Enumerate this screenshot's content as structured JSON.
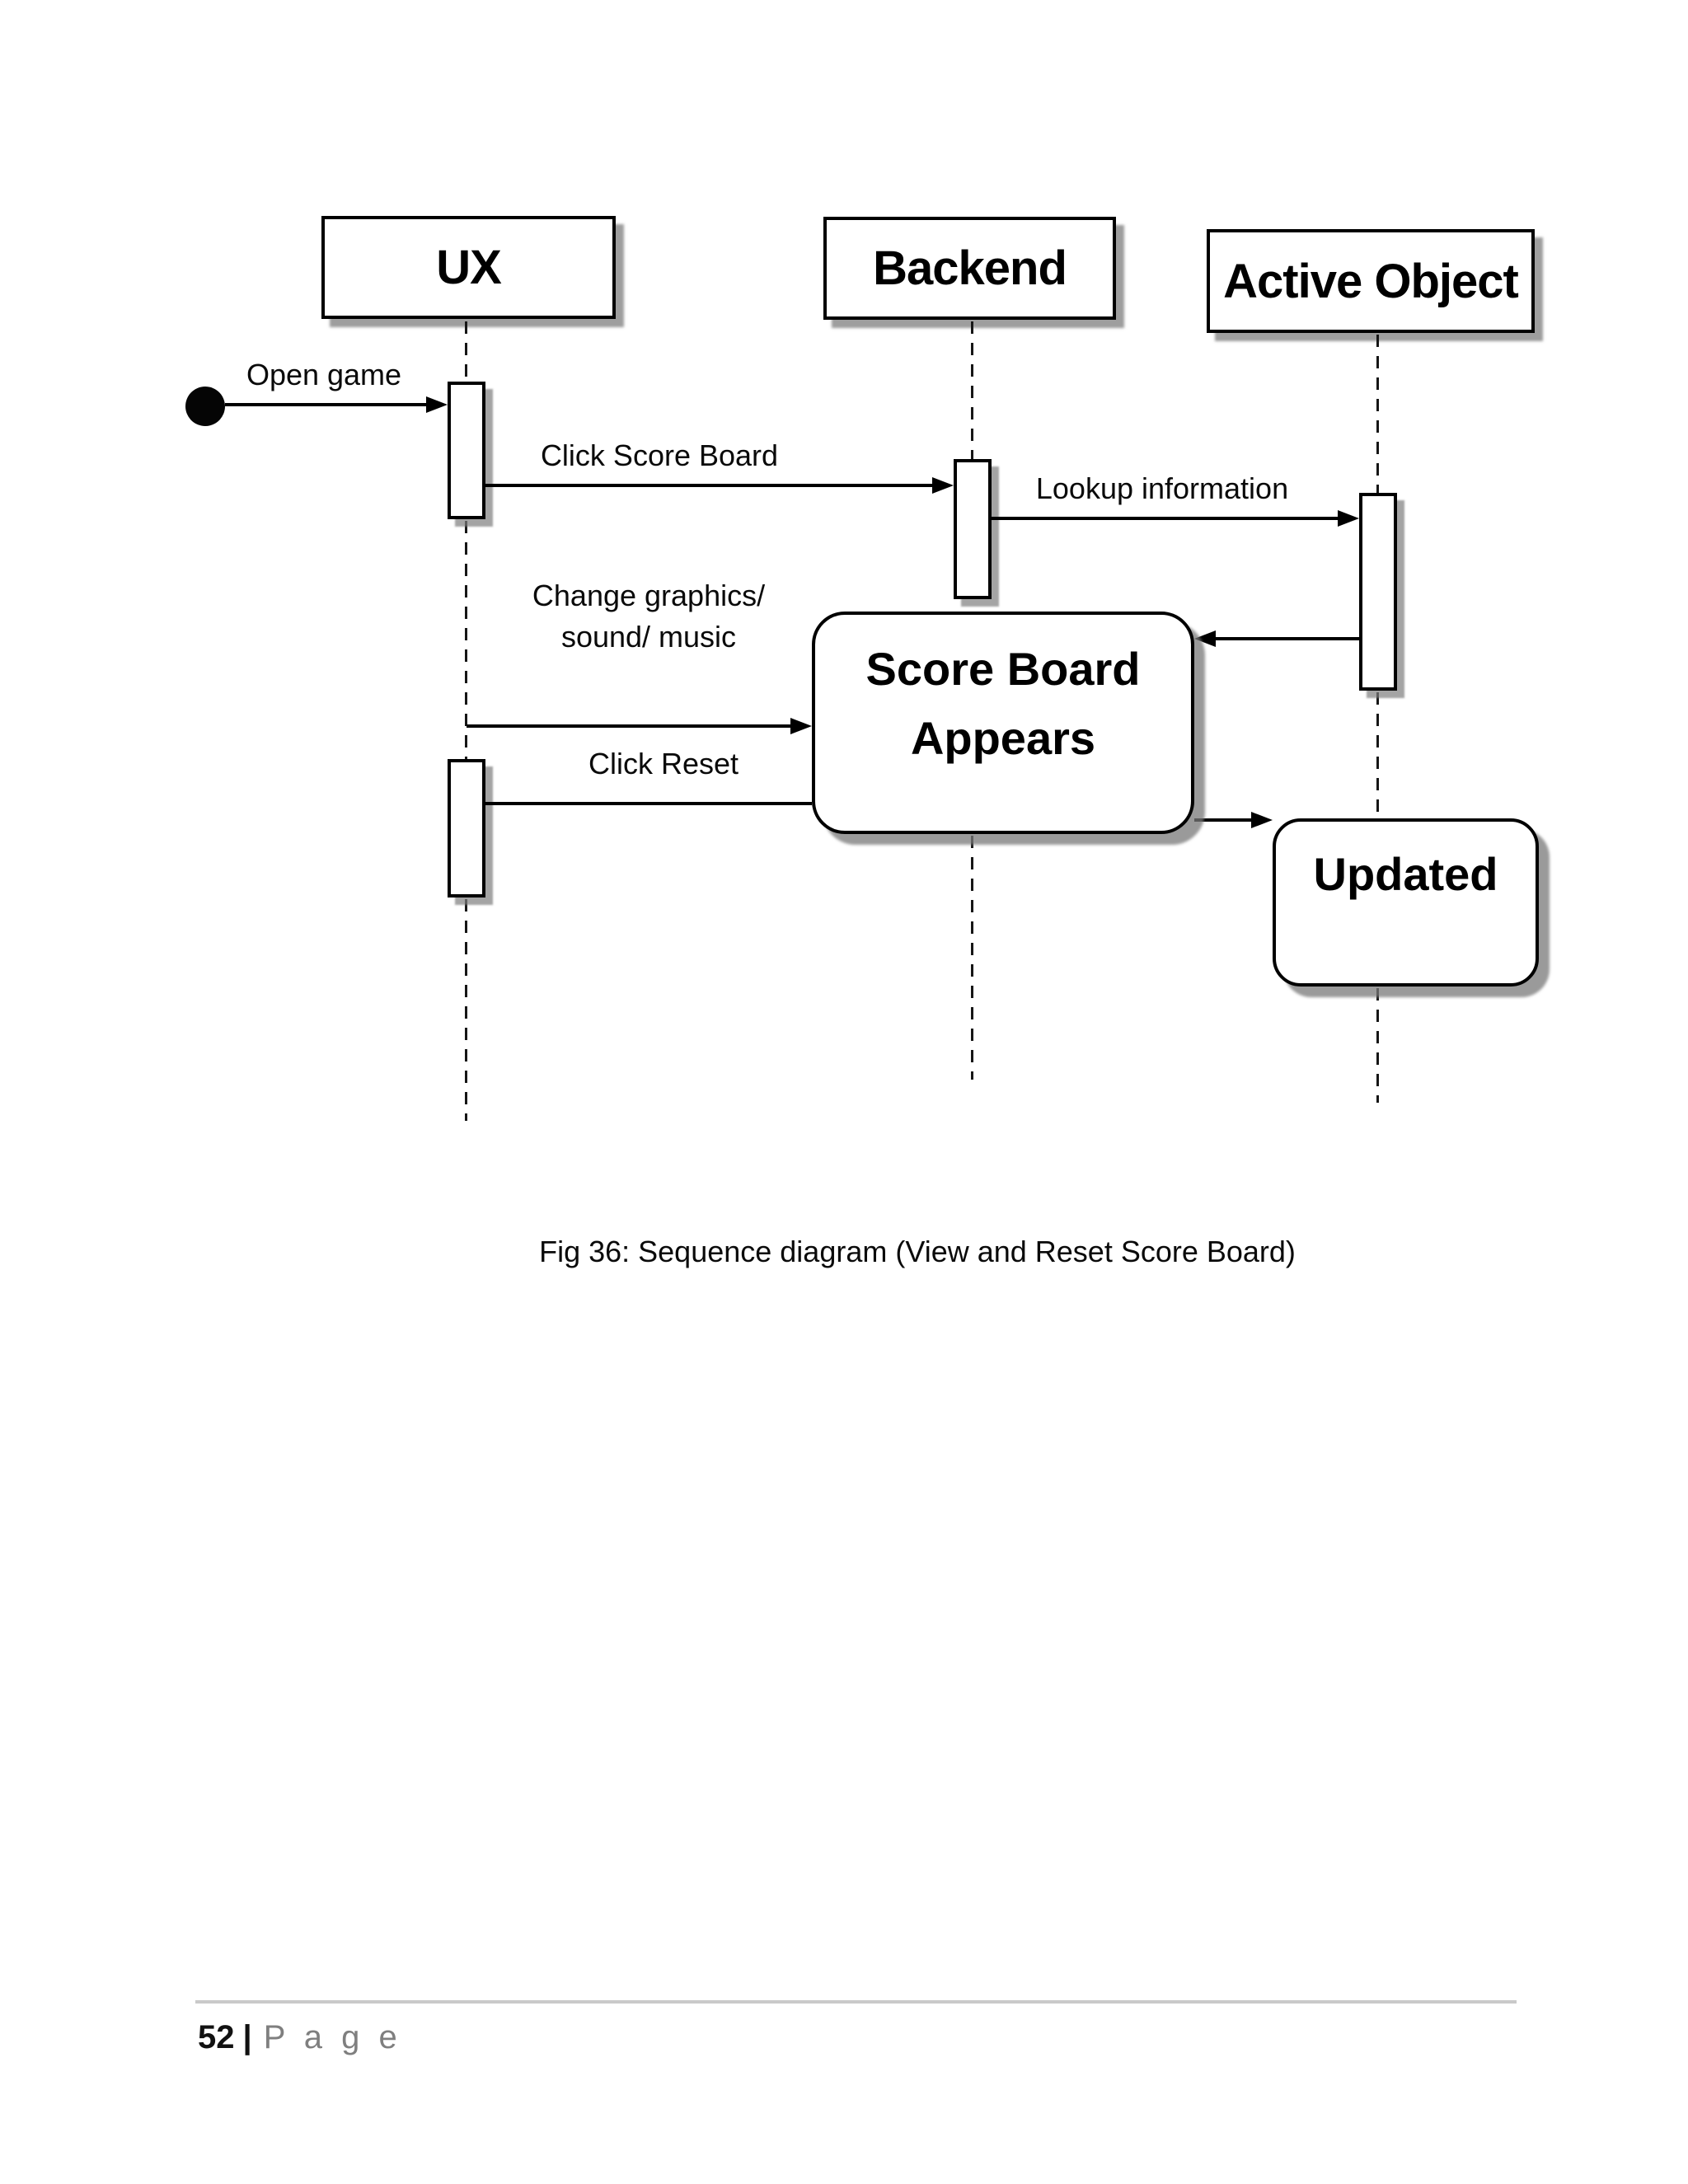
{
  "colors": {
    "ink": "#000000",
    "box_fill": "#ffffff",
    "shadow_gray": "#7d7d7d",
    "footer_rule": "#c9c9c9",
    "footer_word_gray": "#7f7f7f"
  },
  "diagram": {
    "icons": {
      "start_node": "filled-circle-initial-node"
    },
    "actors": [
      {
        "label": "UX"
      },
      {
        "label": "Backend"
      },
      {
        "label": "Active Object"
      }
    ],
    "messages": [
      {
        "label": "Open game"
      },
      {
        "label": "Click Score Board"
      },
      {
        "label": "Lookup information"
      },
      {
        "line1": "Change graphics/",
        "line2": "sound/ music"
      },
      {
        "label": "Click Reset"
      }
    ],
    "states": [
      {
        "line1": "Score Board",
        "line2": "Appears"
      },
      {
        "label": "Updated"
      }
    ]
  },
  "caption": "Fig 36: Sequence diagram (View and Reset Score Board)",
  "footer": {
    "page_number": "52",
    "separator": "|",
    "page_word": "P a g e"
  }
}
